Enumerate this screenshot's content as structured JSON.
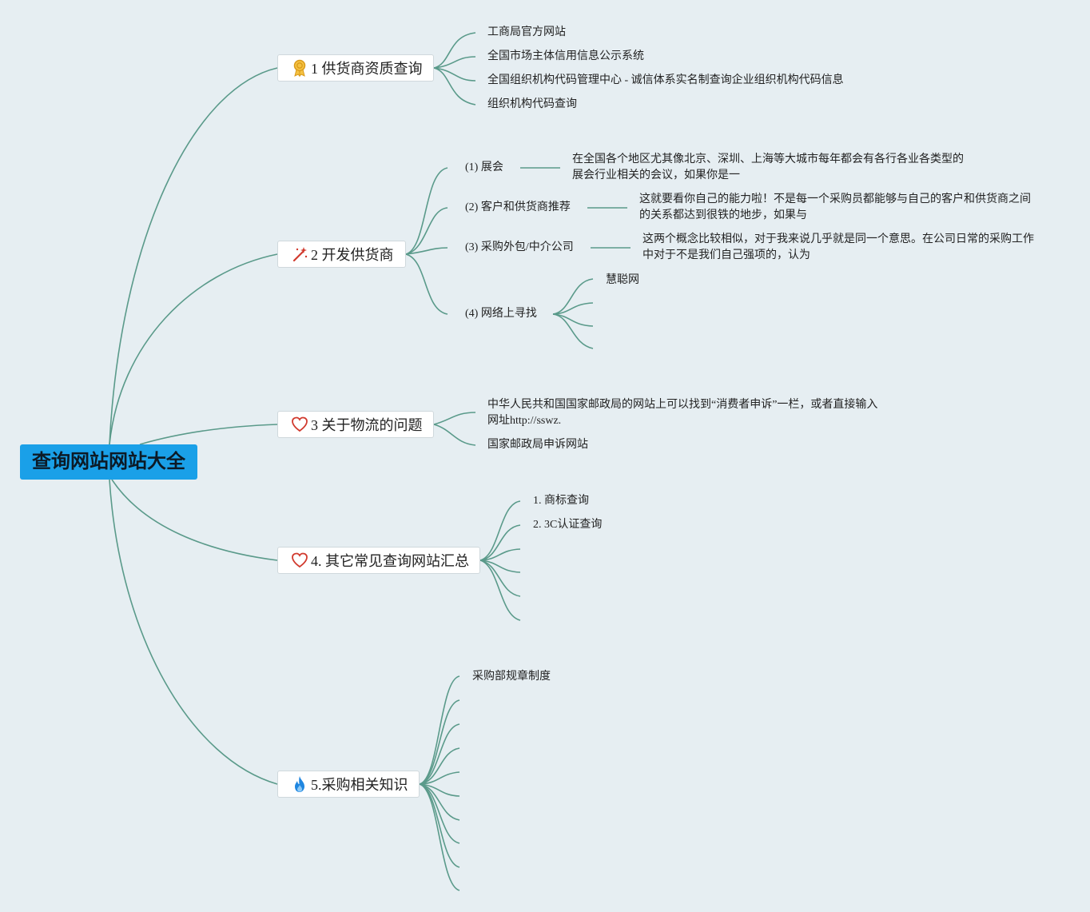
{
  "root": {
    "title": "查询网站网站大全"
  },
  "branches": [
    {
      "label": "1 供货商资质查询",
      "icon": "award-ribbon-icon",
      "children": [
        "工商局官方网站",
        "全国市场主体信用信息公示系统",
        "全国组织机构代码管理中心 - 诚信体系实名制查询企业组织机构代码信息",
        "组织机构代码查询"
      ]
    },
    {
      "label": "2 开发供货商",
      "icon": "magic-wand-icon",
      "children": [
        {
          "label": "(1)  展会",
          "note": [
            "在全国各个地区尤其像北京、深圳、上海等大城市每年都会有各行各业各类型的",
            "展会行业相关的会议，如果你是一"
          ]
        },
        {
          "label": "(2)  客户和供货商推荐",
          "note": [
            "这就要看你自己的能力啦！不是每一个采购员都能够与自己的客户和供货商之间",
            "的关系都达到很铁的地步，如果与"
          ]
        },
        {
          "label": "(3)  采购外包/中介公司",
          "note": [
            "这两个概念比较相似，对于我来说几乎就是同一个意思。在公司日常的采购工作",
            "中对于不是我们自己强项的，认为"
          ]
        },
        {
          "label": "(4)  网络上寻找",
          "children": [
            "慧聪网",
            "",
            "",
            ""
          ]
        }
      ]
    },
    {
      "label": "3 关于物流的问题",
      "icon": "heart-icon",
      "children": [
        "中华人民共和国国家邮政局的网站上可以找到“消费者申诉”一栏，或者直接输入",
        "网址http://sswz.",
        "国家邮政局申诉网站"
      ]
    },
    {
      "label": "4. 其它常见查询网站汇总",
      "icon": "heart-icon",
      "children": [
        "1. 商标查询",
        "2. 3C认证查询",
        "",
        "",
        "",
        ""
      ]
    },
    {
      "label": "5.采购相关知识",
      "icon": "flame-icon",
      "children": [
        "采购部规章制度",
        "",
        "",
        "",
        "",
        "",
        "",
        "",
        ""
      ]
    }
  ],
  "colors": {
    "root_bg": "#1aa0e8",
    "line": "#5a9a8a",
    "background": "#e6eef2"
  }
}
